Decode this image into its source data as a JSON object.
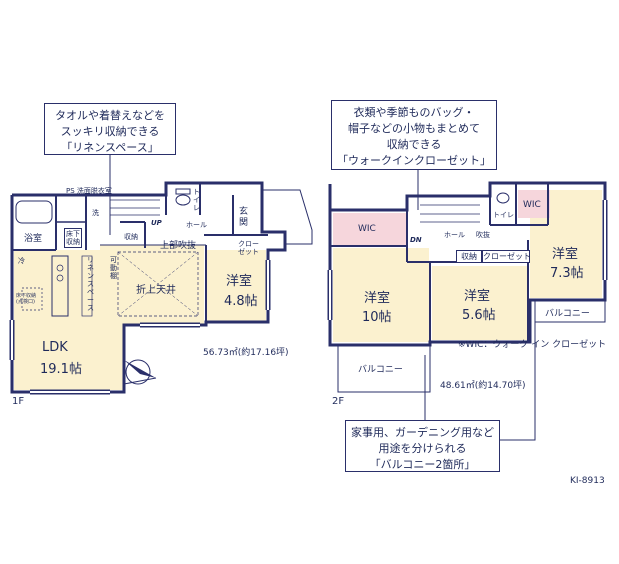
{
  "callouts": {
    "first": [
      "タオルや着替えなどを",
      "スッキリ収納できる",
      "「リネンスペース」"
    ],
    "second": [
      "衣類や季節ものバッグ・",
      "帽子などの小物もまとめて",
      "収納できる",
      "「ウォークインクローゼット」"
    ],
    "balcony": [
      "家事用、ガーデニング用など",
      "用途を分けられる",
      "「バルコニー2箇所」"
    ]
  },
  "floor1": {
    "label": "1F",
    "area": "56.73㎡(約17.16坪)",
    "rooms": {
      "ps_wash": "PS 洗面脱衣室",
      "bath": "浴室",
      "wash": "洗",
      "underfloor": [
        "床下",
        "収納"
      ],
      "toilet": [
        "ト",
        "イ",
        "レ"
      ],
      "genkan": [
        "玄",
        "関"
      ],
      "storage": "収納",
      "up": "UP",
      "hall": "ホール",
      "fridge": "冷",
      "linen": [
        "リ",
        "ネ",
        "ン",
        "ス",
        "ペ",
        "ー",
        "ス"
      ],
      "movable_shelf": [
        "可",
        "動",
        "棚"
      ],
      "kitchen_storage": [
        "床下収納",
        "(点検口)"
      ],
      "upper_void": "上部吹抜",
      "ceiling": "折上天井",
      "closet": [
        "クロー",
        "ゼット"
      ],
      "western_name": "洋室",
      "western_size": "4.8帖",
      "ldk_name": "LDK",
      "ldk_size": "19.1帖"
    }
  },
  "floor2": {
    "label": "2F",
    "area": "48.61㎡(約14.70坪)",
    "rooms": {
      "wic_left": "WIC",
      "wic_right": "WIC",
      "toilet": "トイレ",
      "dn": "DN",
      "hall": "ホール",
      "void": "吹抜",
      "storage": "収納",
      "closet": "クローゼット",
      "r10_name": "洋室",
      "r10_size": "10帖",
      "r56_name": "洋室",
      "r56_size": "5.6帖",
      "r73_name": "洋室",
      "r73_size": "7.3帖",
      "balcony_right": "バルコニー",
      "balcony_bottom": "バルコニー",
      "wic_note": "※WIC：ウォーク イン クローゼット"
    }
  },
  "code": "KI-8913",
  "colors": {
    "wall": "#2a2f6a",
    "room_fill": "#fbf1cf",
    "wic_fill": "#f6d6dc",
    "text": "#1f2a5a"
  }
}
